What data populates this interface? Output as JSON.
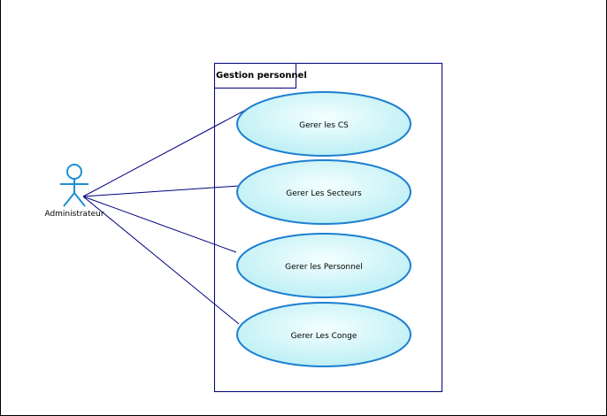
{
  "diagram": {
    "system": {
      "title": "Gestion personnel"
    },
    "actor": {
      "name": "Administrateur"
    },
    "use_cases": [
      {
        "label": "Gerer les CS"
      },
      {
        "label": "Gerer Les Secteurs"
      },
      {
        "label": "Gerer les Personnel"
      },
      {
        "label": "Gerer Les Conge"
      }
    ],
    "colors": {
      "line": "#00007f",
      "ellipse_stroke": "#1e7fd0",
      "ellipse_fill_light": "#f0ffff",
      "ellipse_fill_dark": "#bff0f5",
      "actor": "#1e8fd0"
    }
  }
}
